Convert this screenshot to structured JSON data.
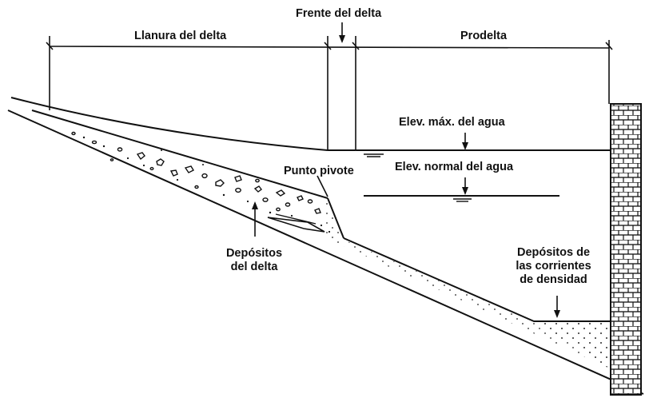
{
  "labels": {
    "frente_del_delta": "Frente del delta",
    "llanura_del_delta": "Llanura del delta",
    "prodelta": "Prodelta",
    "elev_max_agua": "Elev. máx. del agua",
    "elev_normal_agua": "Elev. normal del agua",
    "punto_pivote": "Punto pivote",
    "depositos_delta_1": "Depósitos",
    "depositos_delta_2": "del delta",
    "depositos_corrientes_1": "Depósitos de",
    "depositos_corrientes_2": "las corrientes",
    "depositos_corrientes_3": "de densidad"
  }
}
